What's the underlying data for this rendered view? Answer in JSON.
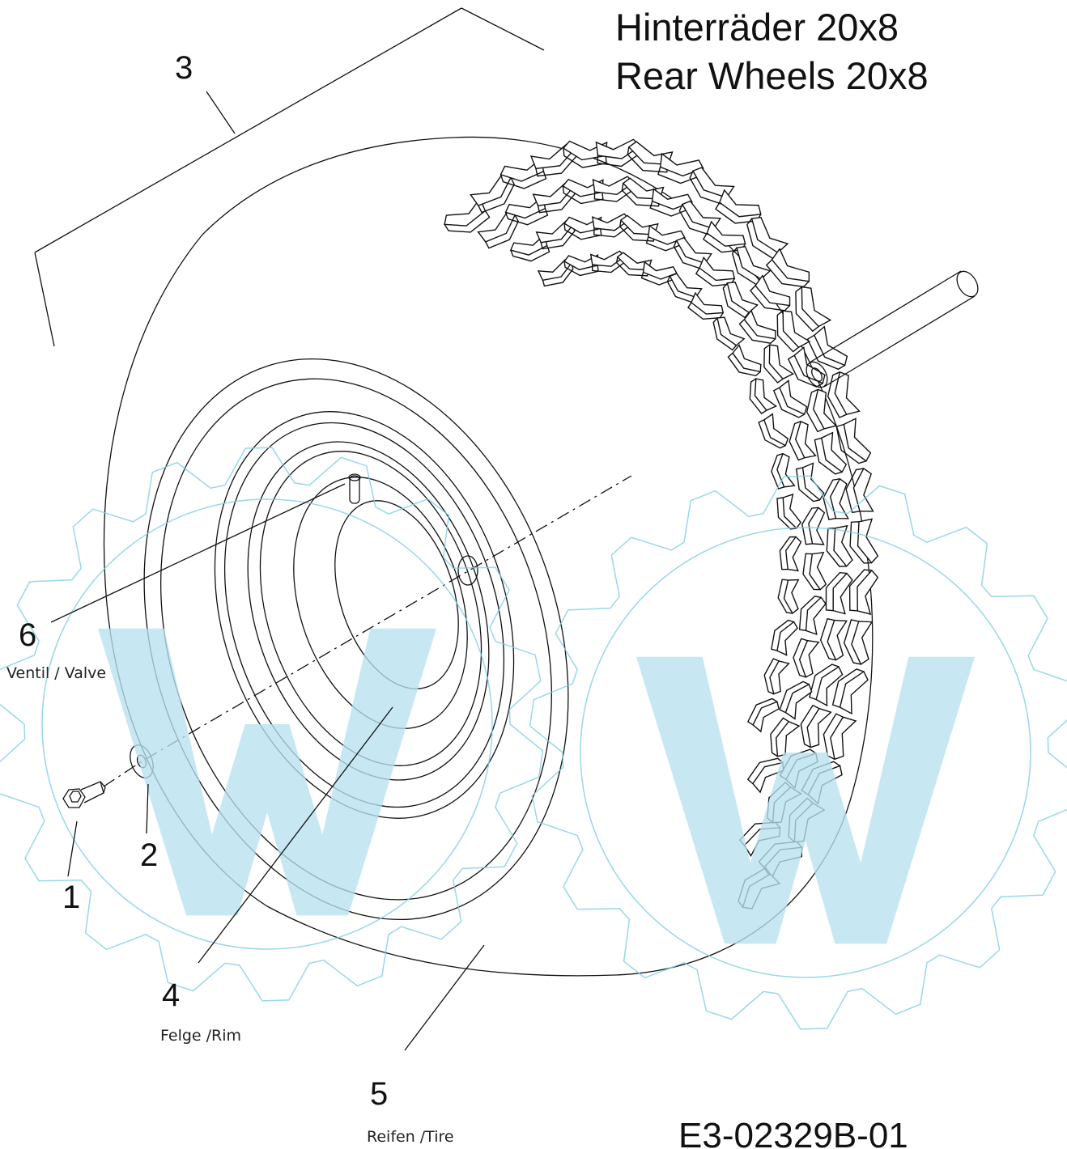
{
  "title": {
    "de": "Hinterräder  20x8",
    "en": "Rear Wheels  20x8"
  },
  "callouts": {
    "c1": {
      "number": "1"
    },
    "c2": {
      "number": "2"
    },
    "c3": {
      "number": "3"
    },
    "c4": {
      "number": "4",
      "caption": "Felge /Rim"
    },
    "c5": {
      "number": "5",
      "caption": "Reifen /Tire"
    },
    "c6": {
      "number": "6",
      "caption": "Ventil / Valve"
    }
  },
  "drawing_code": "E3-02329B-01",
  "colors": {
    "line": "#111111",
    "watermark": "#b7e1ef"
  },
  "icons": {
    "watermark": "gear-w-logo-icon"
  }
}
